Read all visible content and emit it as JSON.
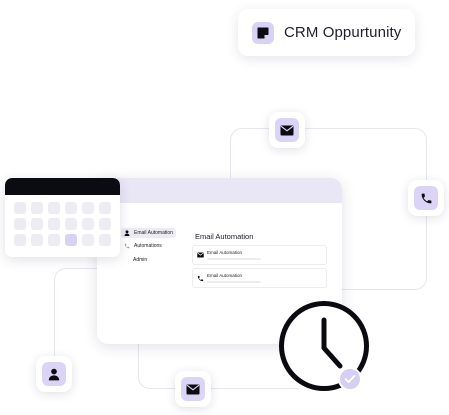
{
  "crm_chip": {
    "label": "CRM Oppurtunity",
    "icon": "note-icon"
  },
  "sidebar": {
    "items": [
      {
        "label": "Email Automation",
        "icon": "user-icon",
        "active": true
      },
      {
        "label": "Automations",
        "icon": "phone-icon",
        "active": false
      },
      {
        "label": "Admin",
        "icon": "",
        "active": false
      }
    ]
  },
  "main": {
    "title": "Email Automation",
    "cards": [
      {
        "label": "Email Automation",
        "icon": "mail-icon"
      },
      {
        "label": "Email Automation",
        "icon": "phone-icon"
      }
    ]
  },
  "tiles": {
    "top_mail": "mail-icon",
    "right_phone": "phone-icon",
    "left_user": "user-icon",
    "bottom_mail": "mail-icon"
  },
  "calendar": {
    "rows": 3,
    "cols": 6,
    "selected": "row 3, col 4"
  },
  "colors": {
    "accent": "#dcd4f6",
    "dark": "#0b0b12",
    "topbar": "#e9e6f6"
  }
}
